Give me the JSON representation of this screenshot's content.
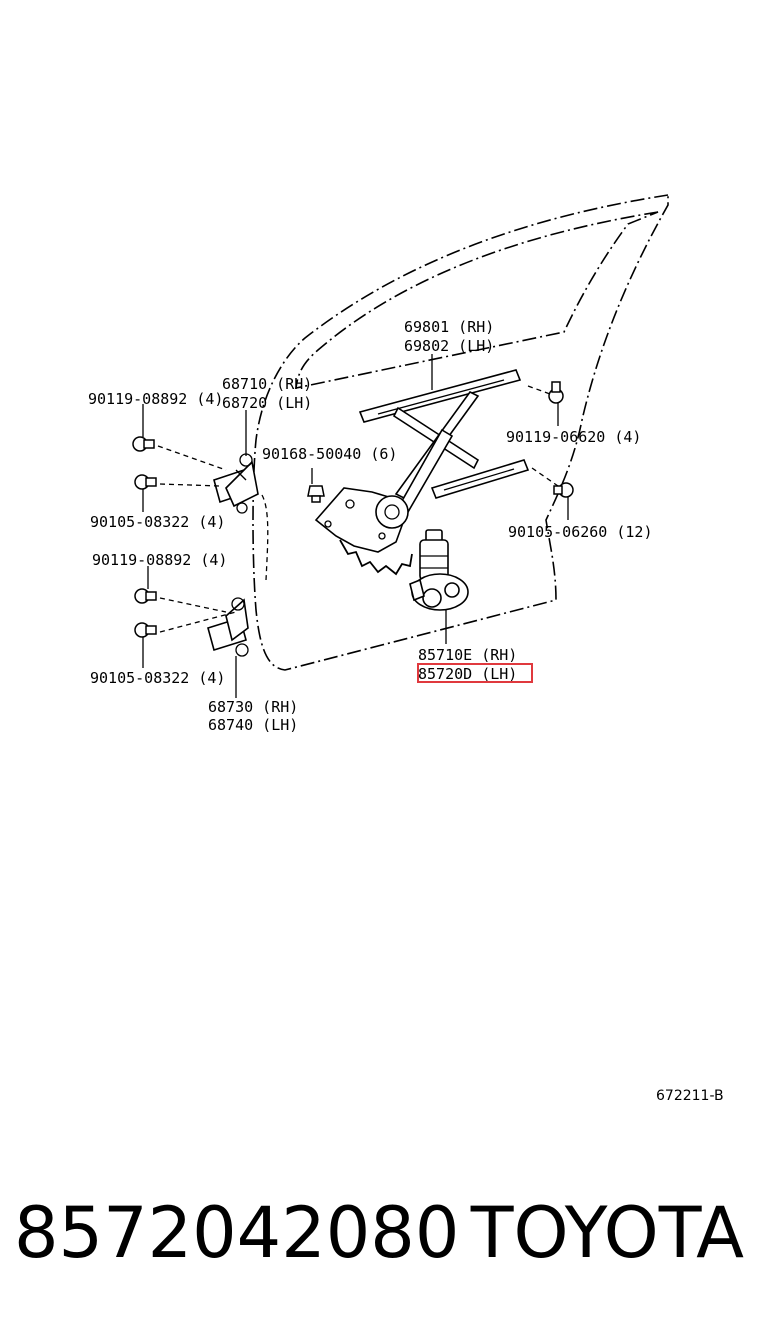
{
  "labels": {
    "rail_rh": "69801 (RH)",
    "rail_lh": "69802 (LH)",
    "upper_hinge_rh": "68710 (RH)",
    "upper_hinge_lh": "68720 (LH)",
    "bolt_upper_left": "90119-08892 (4)",
    "clip_center": "90168-50040 (6)",
    "bolt_right_upper": "90119-06620 (4)",
    "bolt_mid_left": "90105-08322 (4)",
    "bolt_lower_left": "90119-08892 (4)",
    "bolt_right_lower": "90105-06260 (12)",
    "motor_rh": "85710E (RH)",
    "motor_lh": "85720D (LH)",
    "bolt_bottom_left": "90105-08322 (4)",
    "lower_hinge_rh": "68730 (RH)",
    "lower_hinge_lh": "68740 (LH)"
  },
  "highlight": {
    "label": "motor_lh",
    "color": "#e0393e"
  },
  "diagram_code": "672211-B",
  "part_number": "8572042080",
  "brand": "TOYOTA"
}
